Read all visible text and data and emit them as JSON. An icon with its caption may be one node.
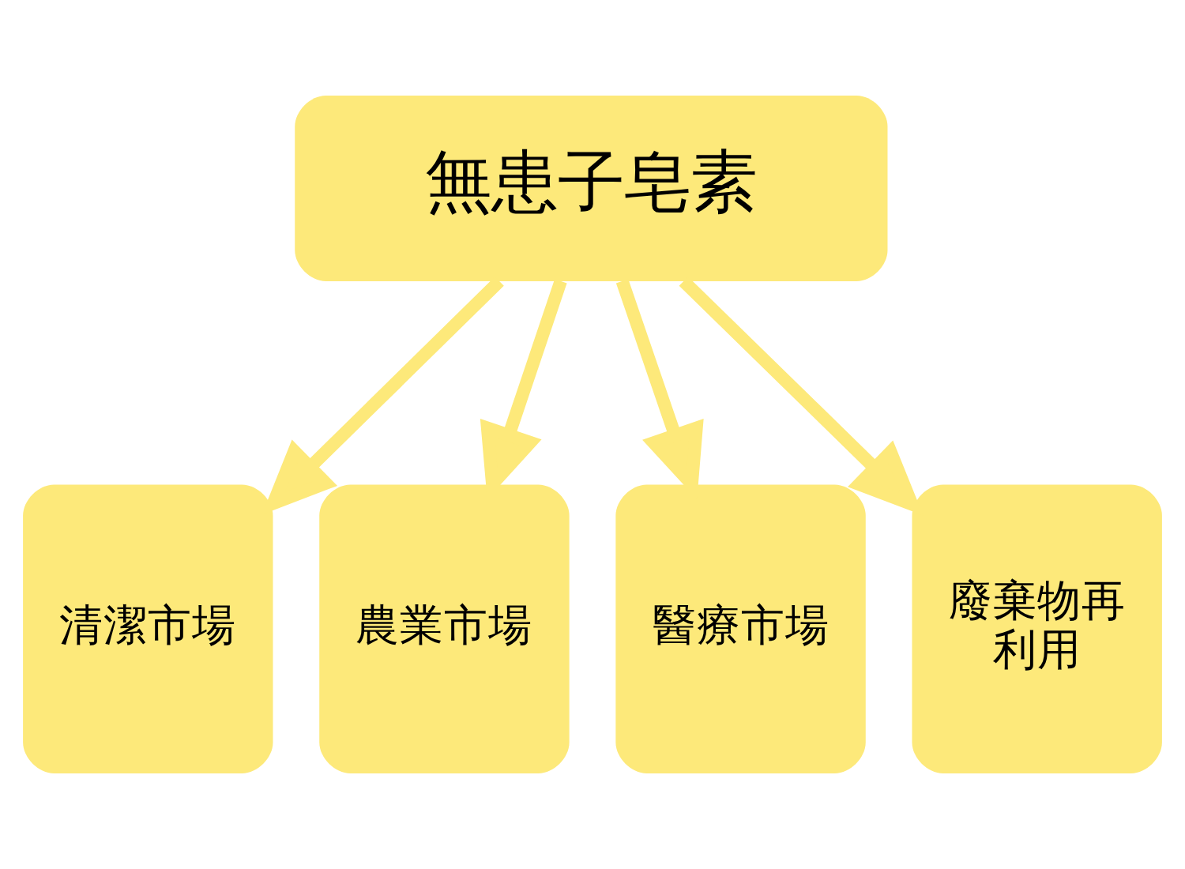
{
  "diagram": {
    "nodes": [
      {
        "text": [
          "無患子皂素"
        ]
      },
      {
        "text": [
          "清潔市場"
        ]
      },
      {
        "text": [
          "農業市場"
        ]
      },
      {
        "text": [
          "醫療市場"
        ]
      },
      {
        "text": [
          "廢棄物再利用"
        ]
      }
    ],
    "edges": [
      {
        "from": 0,
        "to": 1,
        "arrow": "to"
      },
      {
        "from": 0,
        "to": 2,
        "arrow": "to"
      },
      {
        "from": 0,
        "to": 3,
        "arrow": "to"
      },
      {
        "from": 0,
        "to": 4,
        "arrow": "to"
      }
    ]
  }
}
